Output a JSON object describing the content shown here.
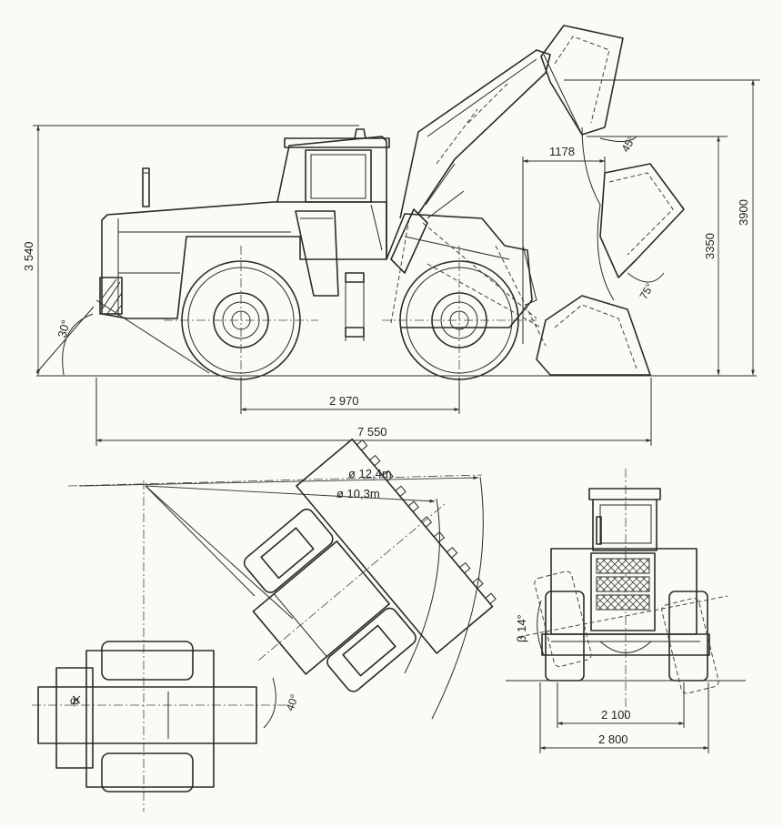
{
  "side_view": {
    "dim_height_total": "3 540",
    "dim_wheelbase": "2 970",
    "dim_length": "7 550",
    "dim_reach": "1178",
    "dim_dump_height": "3350",
    "dim_max_height": "3900",
    "angle_approach": "30°",
    "angle_rollback": "45°",
    "angle_dump": "75°"
  },
  "top_view": {
    "radius_outer": "ø 12,4m",
    "radius_inner": "ø 10,3m",
    "angle_articulation": "40°"
  },
  "front_view": {
    "angle_oscillation": "β 14°",
    "dim_track": "2 100",
    "dim_width": "2 800"
  }
}
